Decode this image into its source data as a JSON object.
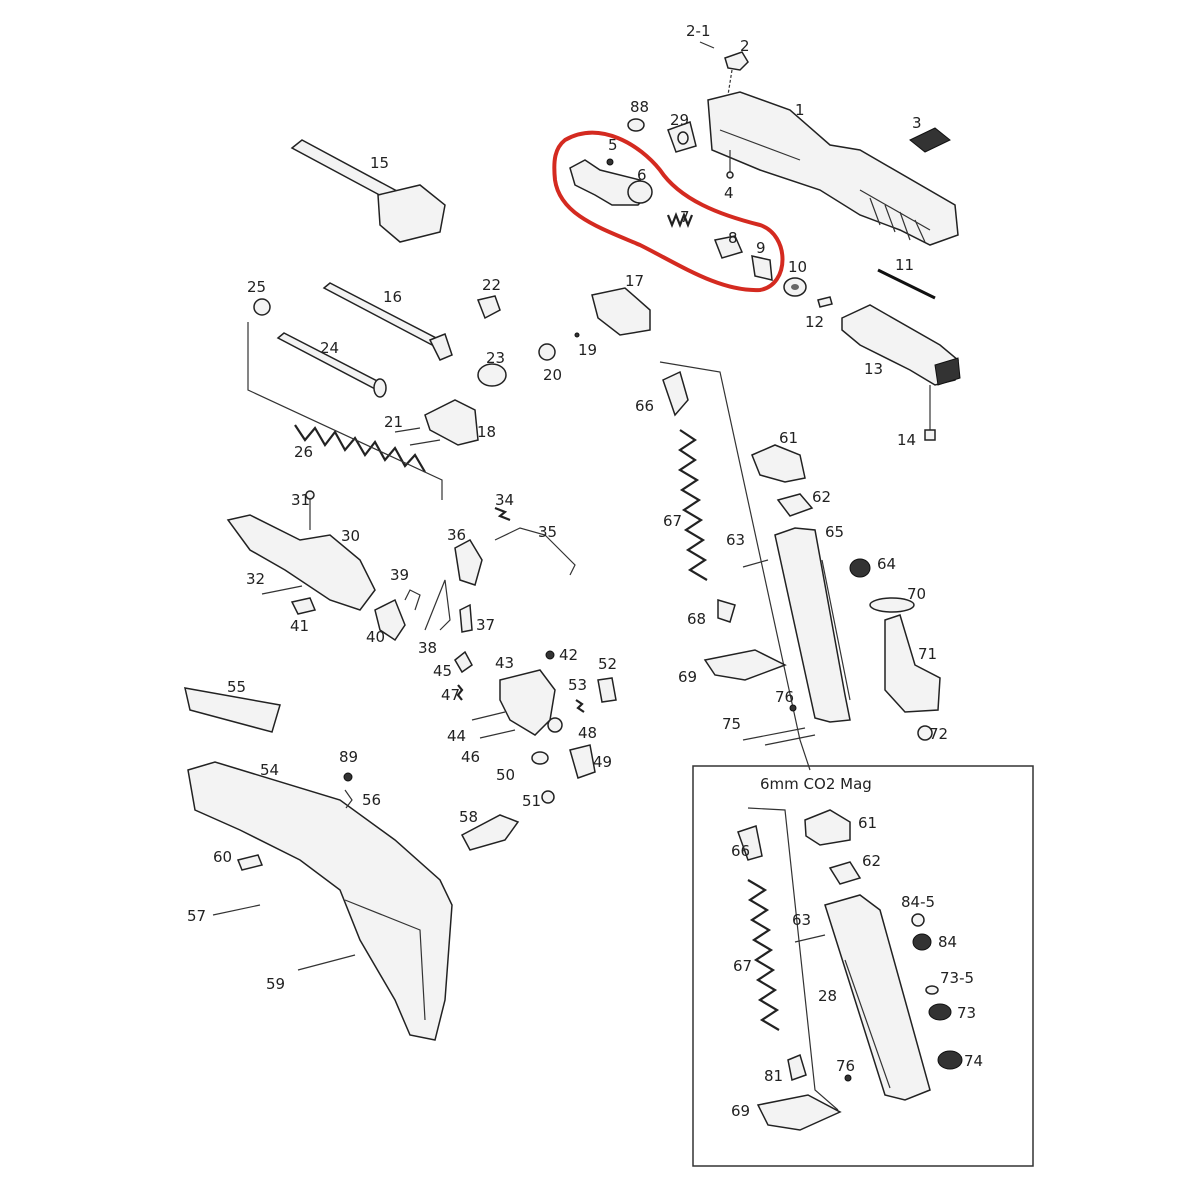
{
  "diagram": {
    "inset_title": "6mm CO2 Mag",
    "highlight_color": "#d42a20",
    "labels": {
      "p2_1": "2-1",
      "p2": "2",
      "p1": "1",
      "p88": "88",
      "p29": "29",
      "p3": "3",
      "p5": "5",
      "p6": "6",
      "p4": "4",
      "p7": "7",
      "p8": "8",
      "p9": "9",
      "p10": "10",
      "p11": "11",
      "p12": "12",
      "p13": "13",
      "p14": "14",
      "p15": "15",
      "p16": "16",
      "p22": "22",
      "p17": "17",
      "p25": "25",
      "p24": "24",
      "p23": "23",
      "p19": "19",
      "p20": "20",
      "p21": "21",
      "p18": "18",
      "p26": "26",
      "p31": "31",
      "p30": "30",
      "p34": "34",
      "p35": "35",
      "p36": "36",
      "p32": "32",
      "p39": "39",
      "p41": "41",
      "p40": "40",
      "p38": "38",
      "p37": "37",
      "p45": "45",
      "p43": "43",
      "p42": "42",
      "p52": "52",
      "p47": "47",
      "p53": "53",
      "p44": "44",
      "p48": "48",
      "p46": "46",
      "p50": "50",
      "p49": "49",
      "p51": "51",
      "p55": "55",
      "p54": "54",
      "p89": "89",
      "p56": "56",
      "p58": "58",
      "p60": "60",
      "p57": "57",
      "p59": "59",
      "p66": "66",
      "p61": "61",
      "p62": "62",
      "p67": "67",
      "p63": "63",
      "p65": "65",
      "p64": "64",
      "p70": "70",
      "p68": "68",
      "p71": "71",
      "p69": "69",
      "p76": "76",
      "p75": "75",
      "p72": "72",
      "i61": "61",
      "i66": "66",
      "i62": "62",
      "i84_5": "84-5",
      "i63": "63",
      "i84": "84",
      "i67": "67",
      "i73_5": "73-5",
      "i28": "28",
      "i73": "73",
      "i74": "74",
      "i81": "81",
      "i76": "76",
      "i69": "69"
    }
  }
}
